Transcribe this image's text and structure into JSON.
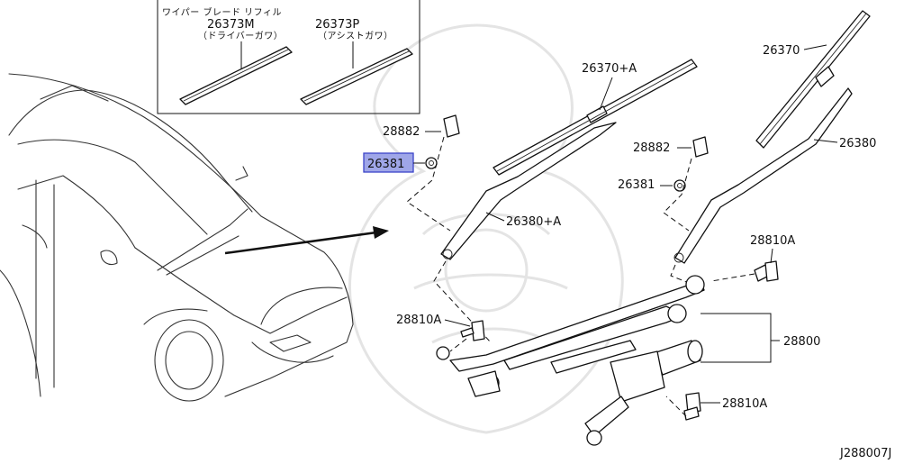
{
  "inset": {
    "header": "ワイパー ブレード リフィル",
    "refill_driver": {
      "part": "26373M",
      "note": "（ドライバーガワ）"
    },
    "refill_assist": {
      "part": "26373P",
      "note": "（アシストガワ）"
    }
  },
  "labels": {
    "blade_right": "26370",
    "blade_left": "26370+A",
    "arm_right": "26380",
    "arm_left": "26380+A",
    "cap_left": "28882",
    "cap_right": "28882",
    "nut_left": "26381",
    "nut_right": "26381",
    "bolt_top": "28810A",
    "bolt_left": "28810A",
    "bolt_bottom": "28810A",
    "motor_link": "28800"
  },
  "highlight": {
    "part": "26381",
    "color": "#9fa6e8",
    "border": "#3c44c8"
  },
  "figure_code": "J288007J"
}
